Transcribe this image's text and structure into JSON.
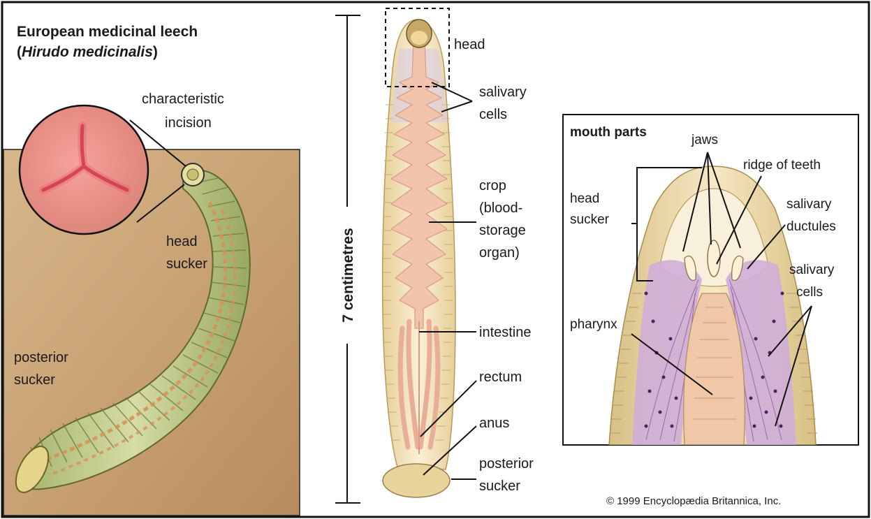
{
  "title": {
    "line1": "European medicinal leech",
    "line2_open": "(",
    "line2_species": "Hirudo medicinalis",
    "line2_close": ")"
  },
  "left_panel": {
    "incision_label": [
      "characteristic",
      "incision"
    ],
    "head_sucker_label": [
      "head",
      "sucker"
    ],
    "posterior_sucker_label": [
      "posterior",
      "sucker"
    ]
  },
  "center_panel": {
    "scale_label": "7 centimetres",
    "labels": {
      "head": [
        "head"
      ],
      "salivary_cells": [
        "salivary",
        "cells"
      ],
      "crop": [
        "crop",
        "(blood-",
        "storage",
        "organ)"
      ],
      "intestine": [
        "intestine"
      ],
      "rectum": [
        "rectum"
      ],
      "anus": [
        "anus"
      ],
      "posterior_sucker": [
        "posterior",
        "sucker"
      ]
    }
  },
  "mouth_parts": {
    "title": "mouth parts",
    "labels": {
      "jaws": [
        "jaws"
      ],
      "ridge_of_teeth": [
        "ridge of teeth"
      ],
      "head_sucker": [
        "head",
        "sucker"
      ],
      "salivary_ductules": [
        "salivary",
        "ductules"
      ],
      "salivary_cells": [
        "salivary",
        "cells"
      ],
      "pharynx": [
        "pharynx"
      ]
    }
  },
  "copyright": "© 1999 Encyclopædia Britannica, Inc.",
  "colors": {
    "tan_background": "#c9a57a",
    "leech_green": "#b9c48a",
    "leech_orange": "#d9a06a",
    "incision_pink": "#e88a80",
    "gut_pink": "#f2c7b2",
    "body_cream": "#f4e2bd",
    "salivary_purple": "#b48ac6"
  }
}
